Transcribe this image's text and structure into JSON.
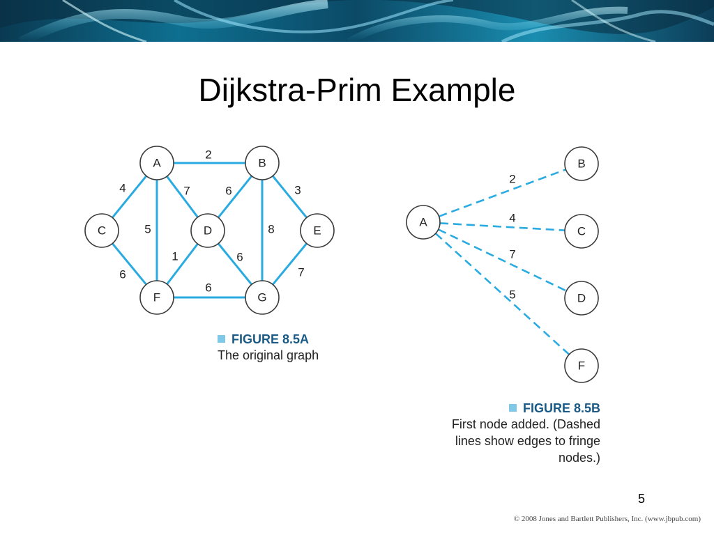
{
  "slide": {
    "title": "Dijkstra-Prim Example",
    "page_number": "5",
    "copyright": "© 2008 Jones and Bartlett Publishers, Inc. (www.jbpub.com)"
  },
  "figure_a": {
    "title": "FIGURE 8.5A",
    "caption": "The original graph",
    "nodes": [
      "A",
      "B",
      "C",
      "D",
      "E",
      "F",
      "G"
    ],
    "edges": [
      {
        "from": "A",
        "to": "B",
        "weight": "2"
      },
      {
        "from": "A",
        "to": "C",
        "weight": "4"
      },
      {
        "from": "A",
        "to": "D",
        "weight": "7"
      },
      {
        "from": "A",
        "to": "F",
        "weight": "5"
      },
      {
        "from": "B",
        "to": "D",
        "weight": "6"
      },
      {
        "from": "B",
        "to": "E",
        "weight": "3"
      },
      {
        "from": "B",
        "to": "G",
        "weight": "8"
      },
      {
        "from": "C",
        "to": "F",
        "weight": "6"
      },
      {
        "from": "D",
        "to": "F",
        "weight": "1"
      },
      {
        "from": "D",
        "to": "G",
        "weight": "6"
      },
      {
        "from": "E",
        "to": "G",
        "weight": "7"
      },
      {
        "from": "F",
        "to": "G",
        "weight": "6"
      }
    ]
  },
  "figure_b": {
    "title": "FIGURE 8.5B",
    "caption_lines": [
      "First node added. (Dashed",
      "lines show edges to fringe",
      "nodes.)"
    ],
    "nodes": [
      "A",
      "B",
      "C",
      "D",
      "F"
    ],
    "edges": [
      {
        "from": "A",
        "to": "B",
        "weight": "2"
      },
      {
        "from": "A",
        "to": "C",
        "weight": "4"
      },
      {
        "from": "A",
        "to": "D",
        "weight": "7"
      },
      {
        "from": "A",
        "to": "F",
        "weight": "5"
      }
    ]
  },
  "colors": {
    "edge": "#29abe2",
    "node_stroke": "#3a3a3a",
    "figure_title": "#1a5a86",
    "figure_bullet": "#7fc8e8"
  }
}
